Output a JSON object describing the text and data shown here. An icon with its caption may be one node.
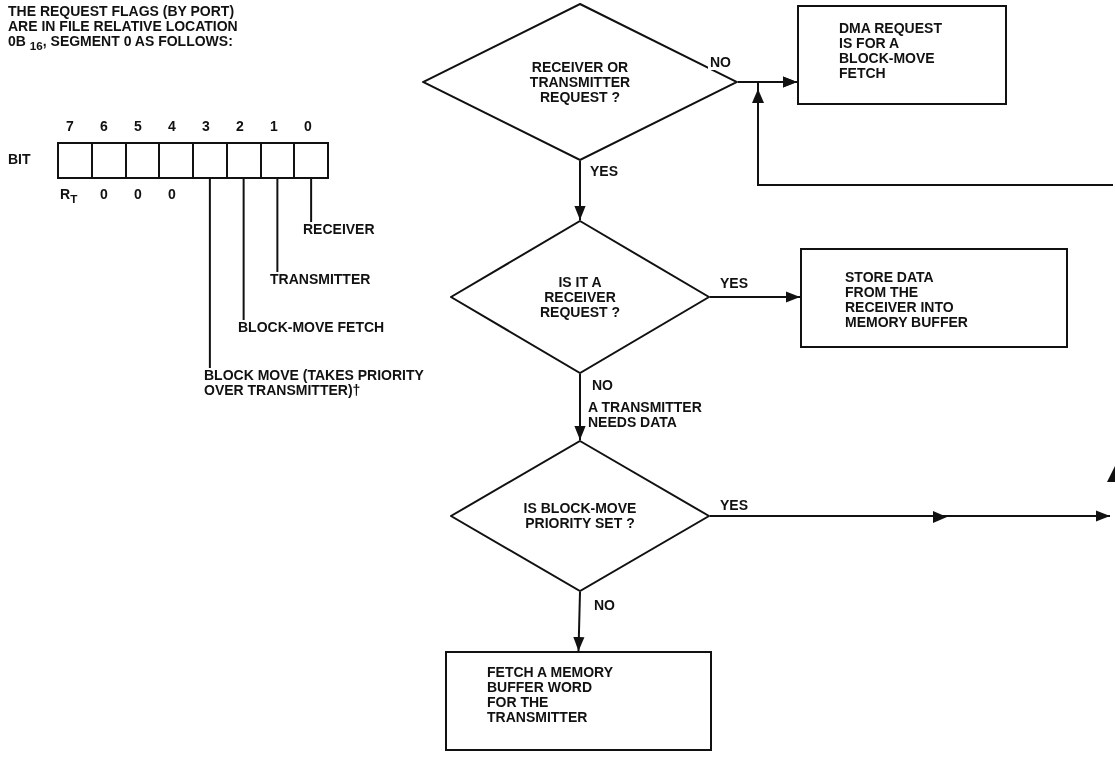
{
  "diagram": {
    "nodes": [
      {
        "text": [],
        "shape": "box"
      },
      {
        "text": [],
        "shape": "box"
      },
      {
        "text": [],
        "shape": "box"
      },
      {
        "text": [],
        "shape": "box"
      },
      {
        "text": [],
        "shape": "box"
      },
      {
        "text": [],
        "shape": "box"
      },
      {
        "text": [],
        "shape": "box"
      },
      {
        "text": [],
        "shape": "box"
      },
      {
        "text": [
          "RECEIVER"
        ]
      },
      {
        "text": [
          "TRANSMITTER"
        ]
      },
      {
        "text": [
          "BLOCK-MOVE FETCH"
        ]
      },
      {
        "text": [
          "BLOCK MOVE (TAKES PRIORITY OVER TRANSMITTER)†"
        ]
      },
      {
        "text": [
          "RECEIVER OR TRANSMITTER REQUEST ?"
        ]
      },
      {
        "text": [
          "DMA REQUEST IS FOR A BLOCK-MOVE FETCH"
        ]
      },
      {
        "text": [
          "IS IT A RECEIVER REQUEST ?"
        ]
      },
      {
        "text": [
          "STORE DATA FROM THE RECEIVER INTO MEMORY BUFFER"
        ]
      },
      {
        "text": [
          "IS BLOCK-MOVE PRIORITY SET ?"
        ]
      },
      {
        "text": [
          "FETCH A MEMORY BUFFER WORD FOR THE TRANSMITTER"
        ]
      }
    ],
    "edges": [
      {
        "from": 8,
        "to": 7,
        "arrow": "none"
      },
      {
        "from": 9,
        "to": 6,
        "arrow": "none"
      },
      {
        "from": 10,
        "to": 5,
        "arrow": "none"
      },
      {
        "from": 11,
        "to": 4,
        "arrow": "none"
      },
      {
        "from": 12,
        "to": 13,
        "label": "NO",
        "arrow": "to"
      },
      {
        "from": null,
        "to": 13,
        "arrow": "to"
      },
      {
        "from": 12,
        "to": 14,
        "label": "YES",
        "arrow": "to"
      },
      {
        "from": 14,
        "to": 15,
        "label": "YES",
        "arrow": "to"
      },
      {
        "from": 14,
        "to": 16,
        "label": "NO",
        "arrow": "to"
      },
      {
        "from": 16,
        "to": null,
        "label": "YES",
        "arrow": "to"
      },
      {
        "from": 16,
        "to": 17,
        "label": "NO",
        "arrow": "to"
      }
    ],
    "labels": [
      "THE REQUEST FLAGS (BY PORT) ARE IN FILE RELATIVE LOCATION 0B $_{16}$, SEGMENT 0 AS FOLLOWS:",
      "7",
      "6",
      "5",
      "4",
      "3",
      "2",
      "1",
      "0",
      "BIT",
      "R$_{T}$",
      "0",
      "0",
      "0",
      "A TRANSMITTER NEEDS DATA"
    ]
  }
}
